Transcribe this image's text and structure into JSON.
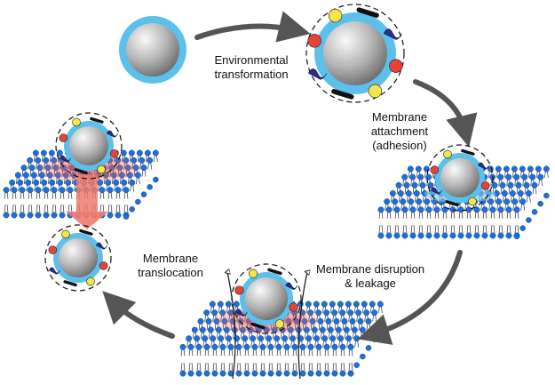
{
  "labels": {
    "step1": "Environmental\ntransformation",
    "step2": "Membrane\nattachment\n(adhesion)",
    "step3": "Membrane disruption\n& leakage",
    "step4": "Membrane\ntranslocation"
  },
  "colors": {
    "background": "#ffffff",
    "arrow": "#555555",
    "particle_core": "#b8b8b8",
    "coating": "#5bc0eb",
    "lipid_head": "#1e6fd9",
    "membrane_shadow": "#e8888a",
    "translocation_arrow": "#f07a6e",
    "positive_charge": "#e8433b",
    "negative_charge": "#f2e64a",
    "biomolecule": "#2a2f8c"
  },
  "icons": {
    "particle": "nanoparticle-icon",
    "membrane": "lipid-bilayer-icon",
    "arrow": "cycle-arrow-icon"
  }
}
